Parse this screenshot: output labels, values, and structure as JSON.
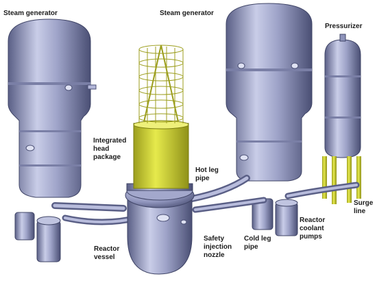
{
  "labels": {
    "steam_generator_left": "Steam generator",
    "steam_generator_center": "Steam generator",
    "pressurizer": "Pressurizer",
    "integrated_head_package": [
      "Integrated",
      "head",
      "package"
    ],
    "hot_leg_pipe": [
      "Hot leg",
      "pipe"
    ],
    "reactor_vessel": [
      "Reactor",
      "vessel"
    ],
    "safety_injection_nozzle": [
      "Safety",
      "injection",
      "nozzle"
    ],
    "cold_leg_pipe": [
      "Cold leg",
      "pipe"
    ],
    "reactor_coolant_pumps": [
      "Reactor",
      "coolant",
      "pumps"
    ],
    "surge_line": [
      "Surge",
      "line"
    ]
  },
  "colors": {
    "vessel_light": "#c2c6e2",
    "vessel_mid": "#8e93ba",
    "vessel_dark": "#4f5478",
    "head_package_yellow": "#d8dc3a",
    "head_package_dark": "#9c9e1e",
    "label_text": "#1b1b1b"
  }
}
